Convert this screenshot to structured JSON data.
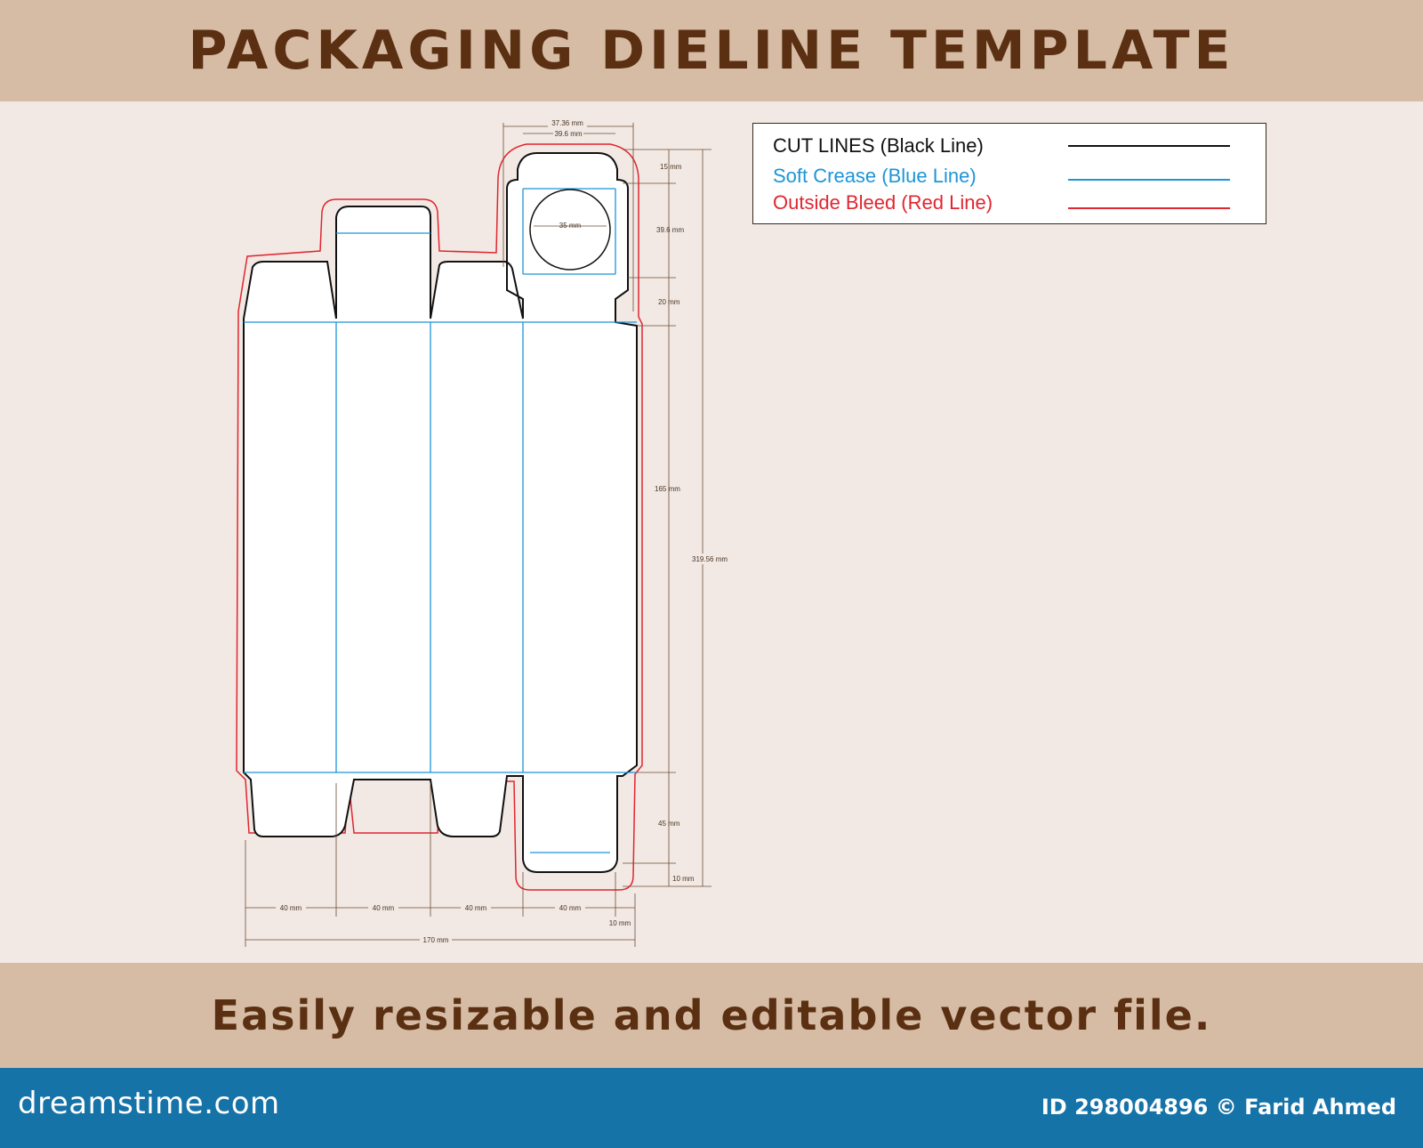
{
  "header": {
    "title": "PACKAGING DIELINE TEMPLATE"
  },
  "legend": {
    "items": [
      {
        "label": "CUT LINES (Black Line)",
        "color": "#111111"
      },
      {
        "label": "Soft Crease (Blue Line)",
        "color": "#1c95d9"
      },
      {
        "label": "Outside Bleed (Red Line)",
        "color": "#e0262f"
      }
    ]
  },
  "dimensions": {
    "top_width_outer": "37.36 mm",
    "top_width_inner": "39.6 mm",
    "window_diameter": "35 mm",
    "tuck_flap": "15 mm",
    "top_panel": "39.6 mm",
    "dust_flap": "20 mm",
    "body_height": "165 mm",
    "total_height": "319.56 mm",
    "bottom_flap": "45 mm",
    "bottom_tuck": "10 mm",
    "panel_1": "40 mm",
    "panel_2": "40 mm",
    "panel_3": "40 mm",
    "panel_4": "40 mm",
    "glue_flap": "10 mm",
    "total_width": "170 mm"
  },
  "footer": {
    "tagline": "Easily resizable and editable vector file."
  },
  "watermark": {
    "site": "dreamstime.com",
    "image_id": "ID 298004896 © Farid Ahmed"
  },
  "colors": {
    "header_bg": "#d6bca4",
    "title_text": "#5a2f12",
    "page_bg": "#f2e9e4",
    "cut_line": "#111111",
    "crease_line": "#1c95d9",
    "bleed_line": "#e0262f",
    "stock_bar": "#1673a8"
  }
}
